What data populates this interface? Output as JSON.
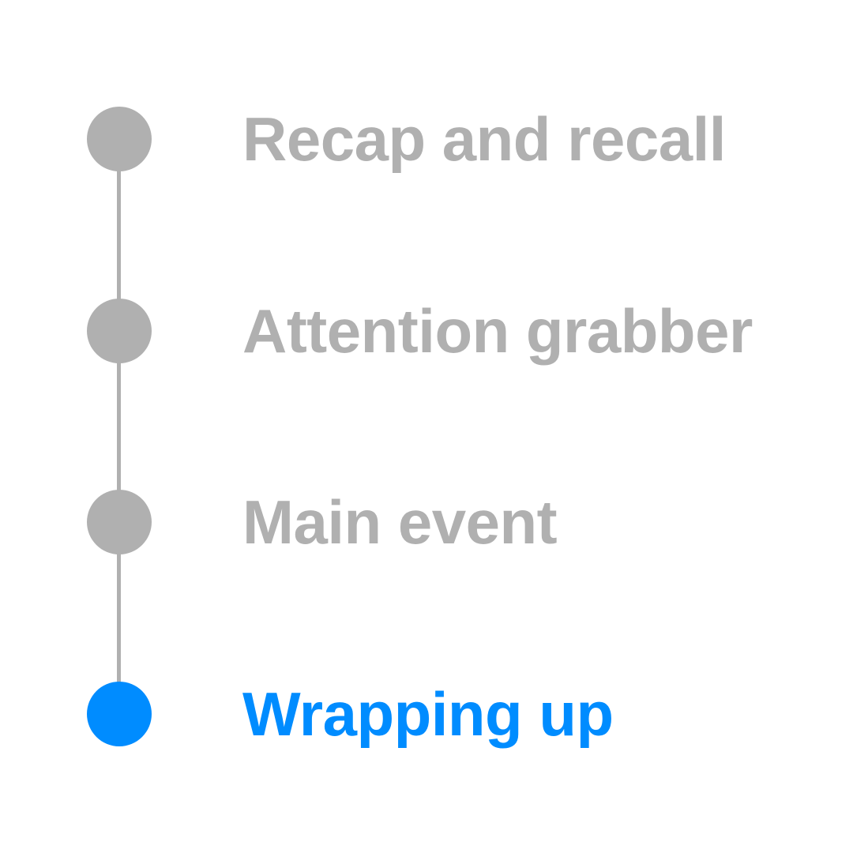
{
  "colors": {
    "inactive": "#b0b0b0",
    "active": "#008cff"
  },
  "steps": [
    {
      "label": "Recap and recall",
      "active": false
    },
    {
      "label": "Attention grabber",
      "active": false
    },
    {
      "label": "Main event",
      "active": false
    },
    {
      "label": "Wrapping up",
      "active": true
    }
  ]
}
